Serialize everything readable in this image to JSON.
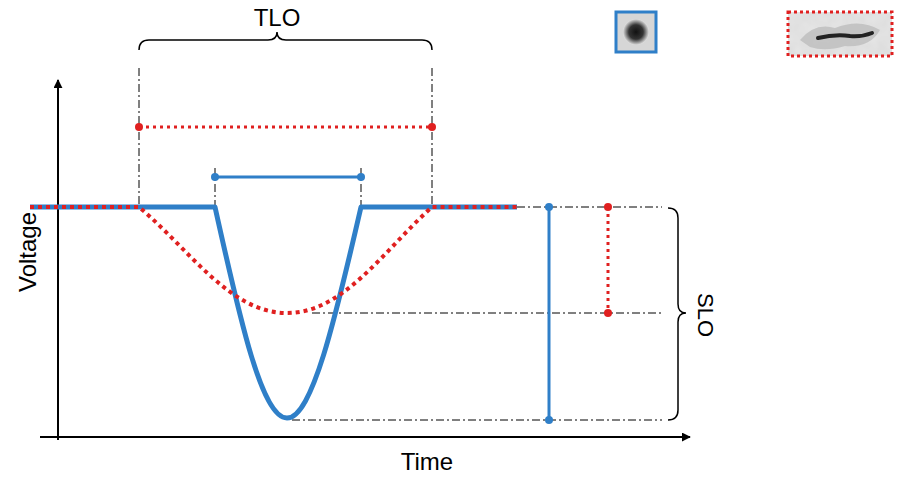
{
  "diagram": {
    "labels": [
      "TLO",
      "Voltage",
      "Time",
      "SLO"
    ]
  }
}
